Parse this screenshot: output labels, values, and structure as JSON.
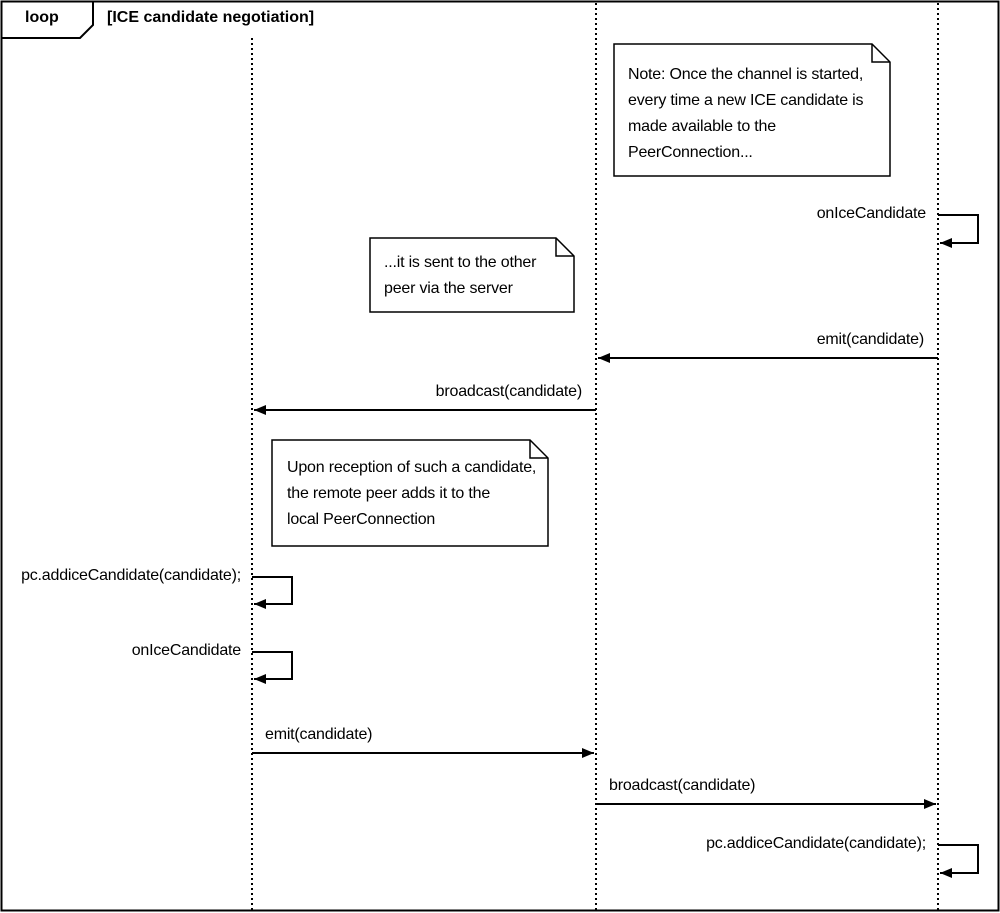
{
  "frame": {
    "keyword": "loop",
    "guard": "[ICE candidate negotiation]"
  },
  "notes": [
    {
      "lines": [
        "Note: Once the channel is started,",
        "every time a new ICE candidate is",
        "made available to the",
        "PeerConnection..."
      ]
    },
    {
      "lines": [
        "...it is sent to the other",
        "peer via the server"
      ]
    },
    {
      "lines": [
        "Upon reception of such a candidate,",
        "the remote peer adds it to the",
        "local PeerConnection"
      ]
    }
  ],
  "messages": [
    {
      "label": "onIceCandidate"
    },
    {
      "label": "emit(candidate)"
    },
    {
      "label": "broadcast(candidate)"
    },
    {
      "label": "pc.addiceCandidate(candidate);"
    },
    {
      "label": "onIceCandidate"
    },
    {
      "label": "emit(candidate)"
    },
    {
      "label": "broadcast(candidate)"
    },
    {
      "label": "pc.addiceCandidate(candidate);"
    }
  ]
}
